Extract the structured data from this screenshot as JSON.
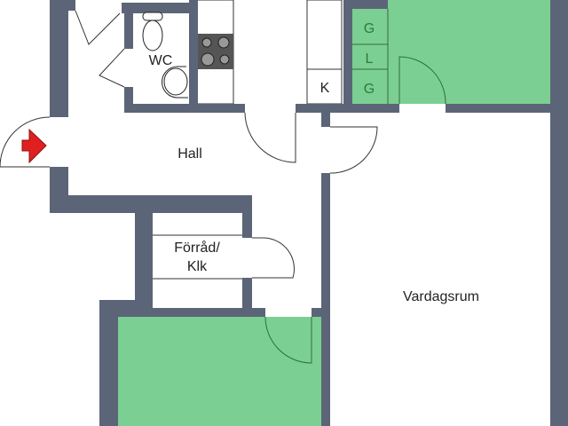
{
  "floor_plan": {
    "rooms": {
      "wc": "WC",
      "hall": "Hall",
      "storage_line1": "Förråd/",
      "storage_line2": "Klk",
      "living_room": "Vardagsrum",
      "kitchen_cabinet": "K",
      "wardrobe_top": "G",
      "wardrobe_middle": "L",
      "wardrobe_bottom": "G"
    },
    "colors": {
      "wall": "#5b6577",
      "room_fill": "#7ccf93",
      "entrance_arrow": "#e02020"
    }
  }
}
